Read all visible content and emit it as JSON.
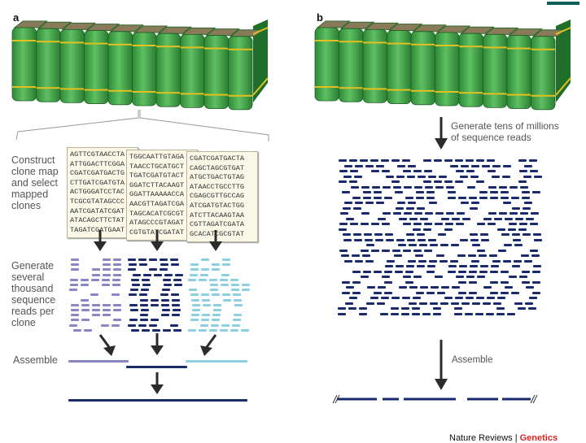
{
  "panel_a": {
    "letter": "a",
    "step1_label": [
      "Construct",
      "clone map",
      "and select",
      "mapped",
      "clones"
    ],
    "clones": [
      [
        "AGTTCGTAACCTA",
        "ATTGGACTTCGGA",
        "CGATCGATGACTG",
        "CTTGATCGATGTA",
        "ACTGGGATCCTAC",
        "TCGCGTATAGCCC",
        "AATCGATATCGAT",
        "ATACAGCTTCTAT",
        "TAGATCGATGAAT"
      ],
      [
        "TGGCAATTGTAGA",
        "TAACCTGCATGCT",
        "TGATCGATGTACT",
        "GGATCTTACAAGT",
        "GGATTAAAAACCA",
        "AACGTTAGATCGA",
        "TAGCACATCGCGT",
        "ATAGCCCGTAGAT",
        "CGTGTATCGATAT"
      ],
      [
        "CGATCGATGACTA",
        "CAGCTAGCGTGAT",
        "ATGCTGACTGTAG",
        "ATAACCTGCCTTG",
        "CGAGCGTTGCCAG",
        "ATCGATGTACTGG",
        "ATCTTACAAGTAA",
        "CGTTAGATCGATA",
        "GCACATCGCGTAT"
      ]
    ],
    "step2_label": [
      "Generate",
      "several",
      "thousand",
      "sequence",
      "reads per",
      "clone"
    ],
    "step3_label": "Assemble",
    "clone_colors": [
      "#8a86c4",
      "#1a2a6c",
      "#8ccfe0"
    ]
  },
  "panel_b": {
    "letter": "b",
    "step1_label": [
      "Generate tens of millions",
      "of sequence reads"
    ],
    "step2_label": "Assemble",
    "read_color": "#1a2a6c"
  },
  "footer": {
    "journal": "Nature Reviews",
    "section": "Genetics"
  },
  "colors": {
    "book_green": "#3fa548",
    "book_dark": "#1f6e2a",
    "band_gold": "#e3c020",
    "arrow": "#2b2b2b"
  }
}
